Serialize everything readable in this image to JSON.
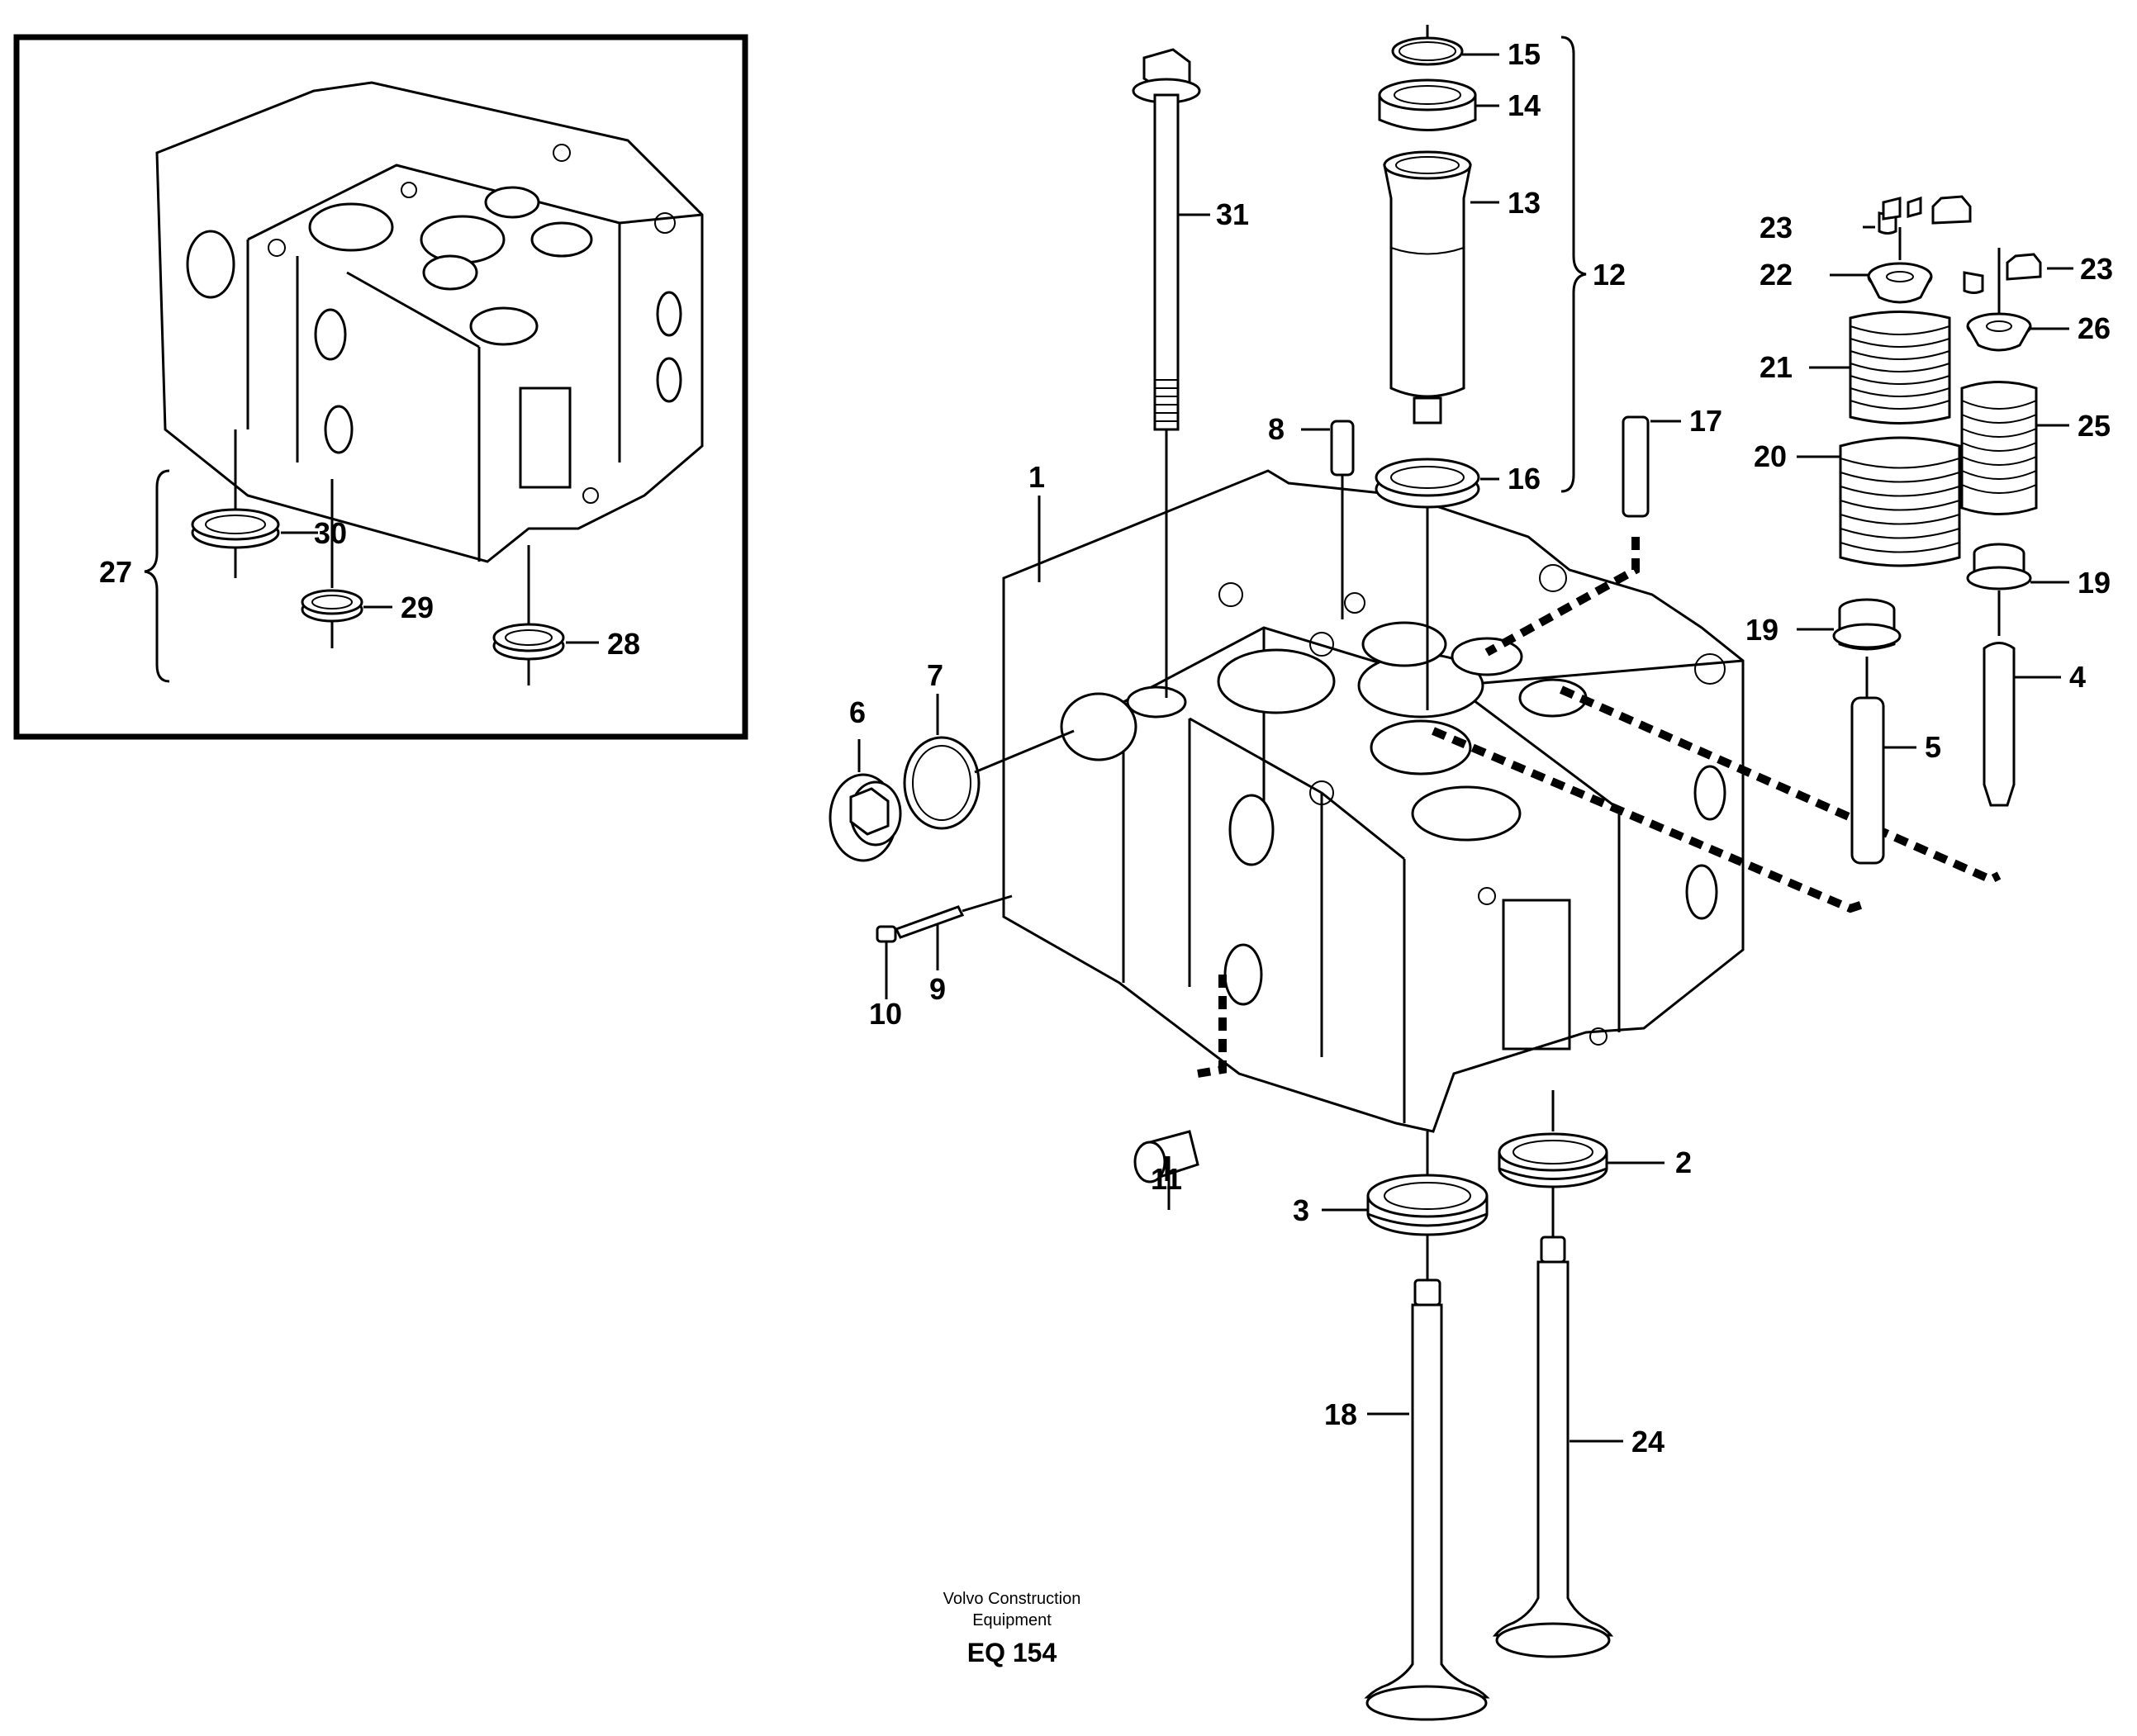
{
  "callouts": {
    "c1": "1",
    "c2": "2",
    "c3": "3",
    "c4": "4",
    "c5": "5",
    "c6": "6",
    "c7": "7",
    "c8": "8",
    "c9": "9",
    "c10": "10",
    "c11": "11",
    "c12": "12",
    "c13": "13",
    "c14": "14",
    "c15": "15",
    "c16": "16",
    "c17": "17",
    "c18": "18",
    "c19a": "19",
    "c19b": "19",
    "c20": "20",
    "c21": "21",
    "c22": "22",
    "c23a": "23",
    "c23b": "23",
    "c24": "24",
    "c25": "25",
    "c26": "26",
    "c27": "27",
    "c28": "28",
    "c29": "29",
    "c30": "30",
    "c31": "31"
  },
  "caption": {
    "line1": "Volvo Construction",
    "line2": "Equipment",
    "code": "EQ 154"
  }
}
